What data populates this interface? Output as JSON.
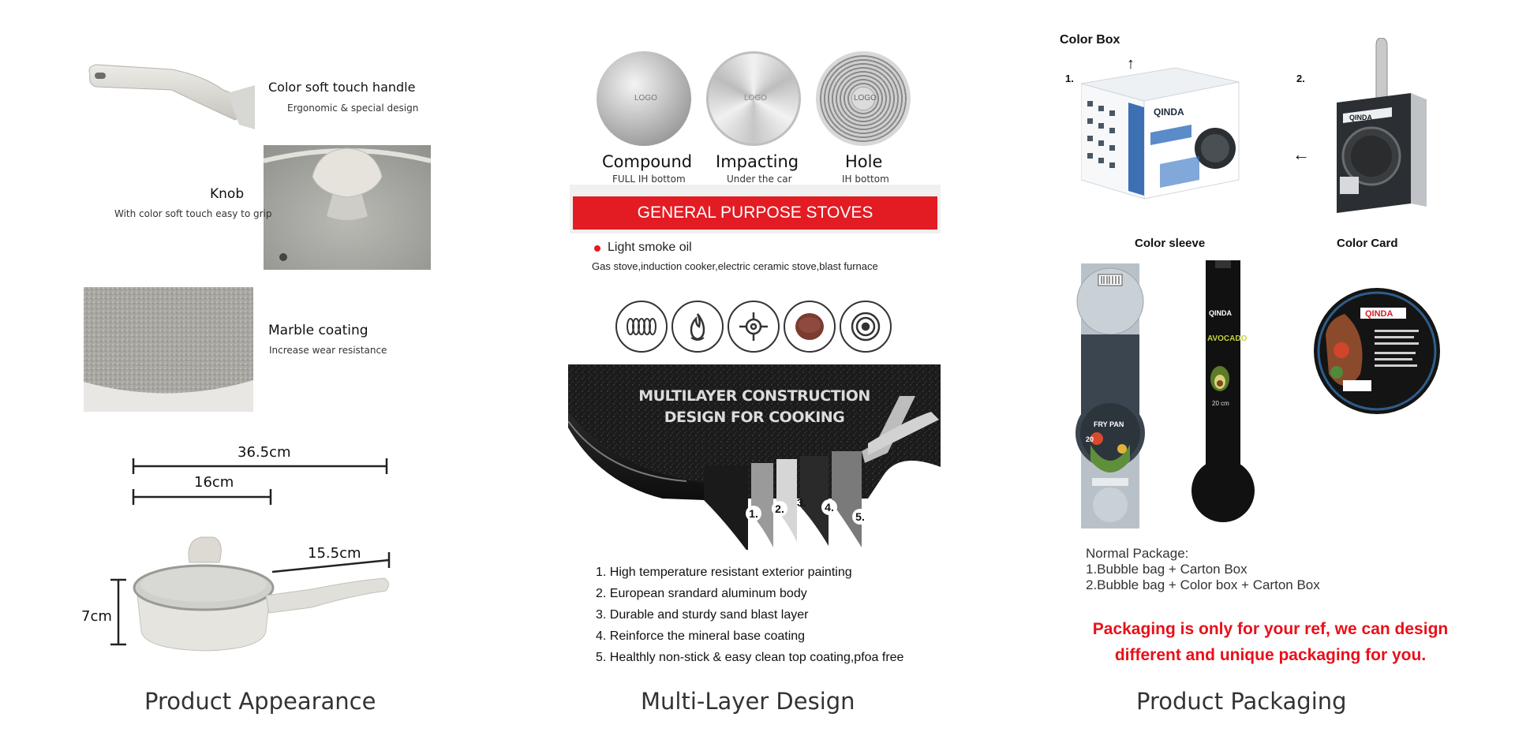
{
  "appearance": {
    "handle_title": "Color soft touch handle",
    "handle_sub": "Ergonomic & special design",
    "knob_title": "Knob",
    "knob_sub": "With color soft touch easy to grip",
    "marble_title": "Marble coating",
    "marble_sub": "Increase wear resistance",
    "dim_total": "36.5cm",
    "dim_body": "16cm",
    "dim_handle": "15.5cm",
    "dim_height": "7cm"
  },
  "bottoms": [
    {
      "logo": "LOGO",
      "name": "Compound",
      "desc": "FULL IH bottom"
    },
    {
      "logo": "LOGO",
      "name": "Impacting",
      "desc": "Under the car"
    },
    {
      "logo": "LOGO",
      "name": "Hole",
      "desc": "IH bottom"
    }
  ],
  "stoves": {
    "banner": "GENERAL PURPOSE STOVES",
    "bullet": "Light smoke oil",
    "list": "Gas stove,induction cooker,electric ceramic stove,blast furnace",
    "icons": [
      "coil-icon",
      "flame-icon",
      "gas-burner-icon",
      "ceramic-plate-icon",
      "induction-icon"
    ]
  },
  "multilayer": {
    "heading_line1": "MULTILAYER CONSTRUCTION",
    "heading_line2": "DESIGN FOR COOKING",
    "layer_numbers": [
      "1.",
      "2.",
      "3.",
      "4.",
      "5."
    ],
    "features": [
      "1. High temperature resistant exterior painting",
      "2. European srandard aluminum body",
      "3. Durable and sturdy sand blast layer",
      "4. Reinforce the mineral base coating",
      "5. Healthly non-stick & easy clean top coating,pfoa free"
    ]
  },
  "packaging": {
    "color_box": "Color Box",
    "num1": "1.",
    "num2": "2.",
    "brand": "QINDA",
    "color_sleeve": "Color sleeve",
    "color_card": "Color Card",
    "sleeve1_label": "FRY PAN",
    "sleeve1_size": "20",
    "sleeve2_label": "AVOCADO",
    "sleeve2_size": "20 cm",
    "normal_title": "Normal Package:",
    "normal_1": "1.Bubble bag + Carton Box",
    "normal_2": "2.Bubble bag + Color box + Carton Box",
    "note_line1": "Packaging is only for your ref, we can design",
    "note_line2": "different and unique packaging for you.",
    "note_color": "#e8101a"
  },
  "captions": {
    "left": "Product Appearance",
    "middle": "Multi-Layer Design",
    "right": "Product Packaging"
  },
  "colors": {
    "banner_red": "#e31b23",
    "dark_pan": "#1c1c1c"
  }
}
